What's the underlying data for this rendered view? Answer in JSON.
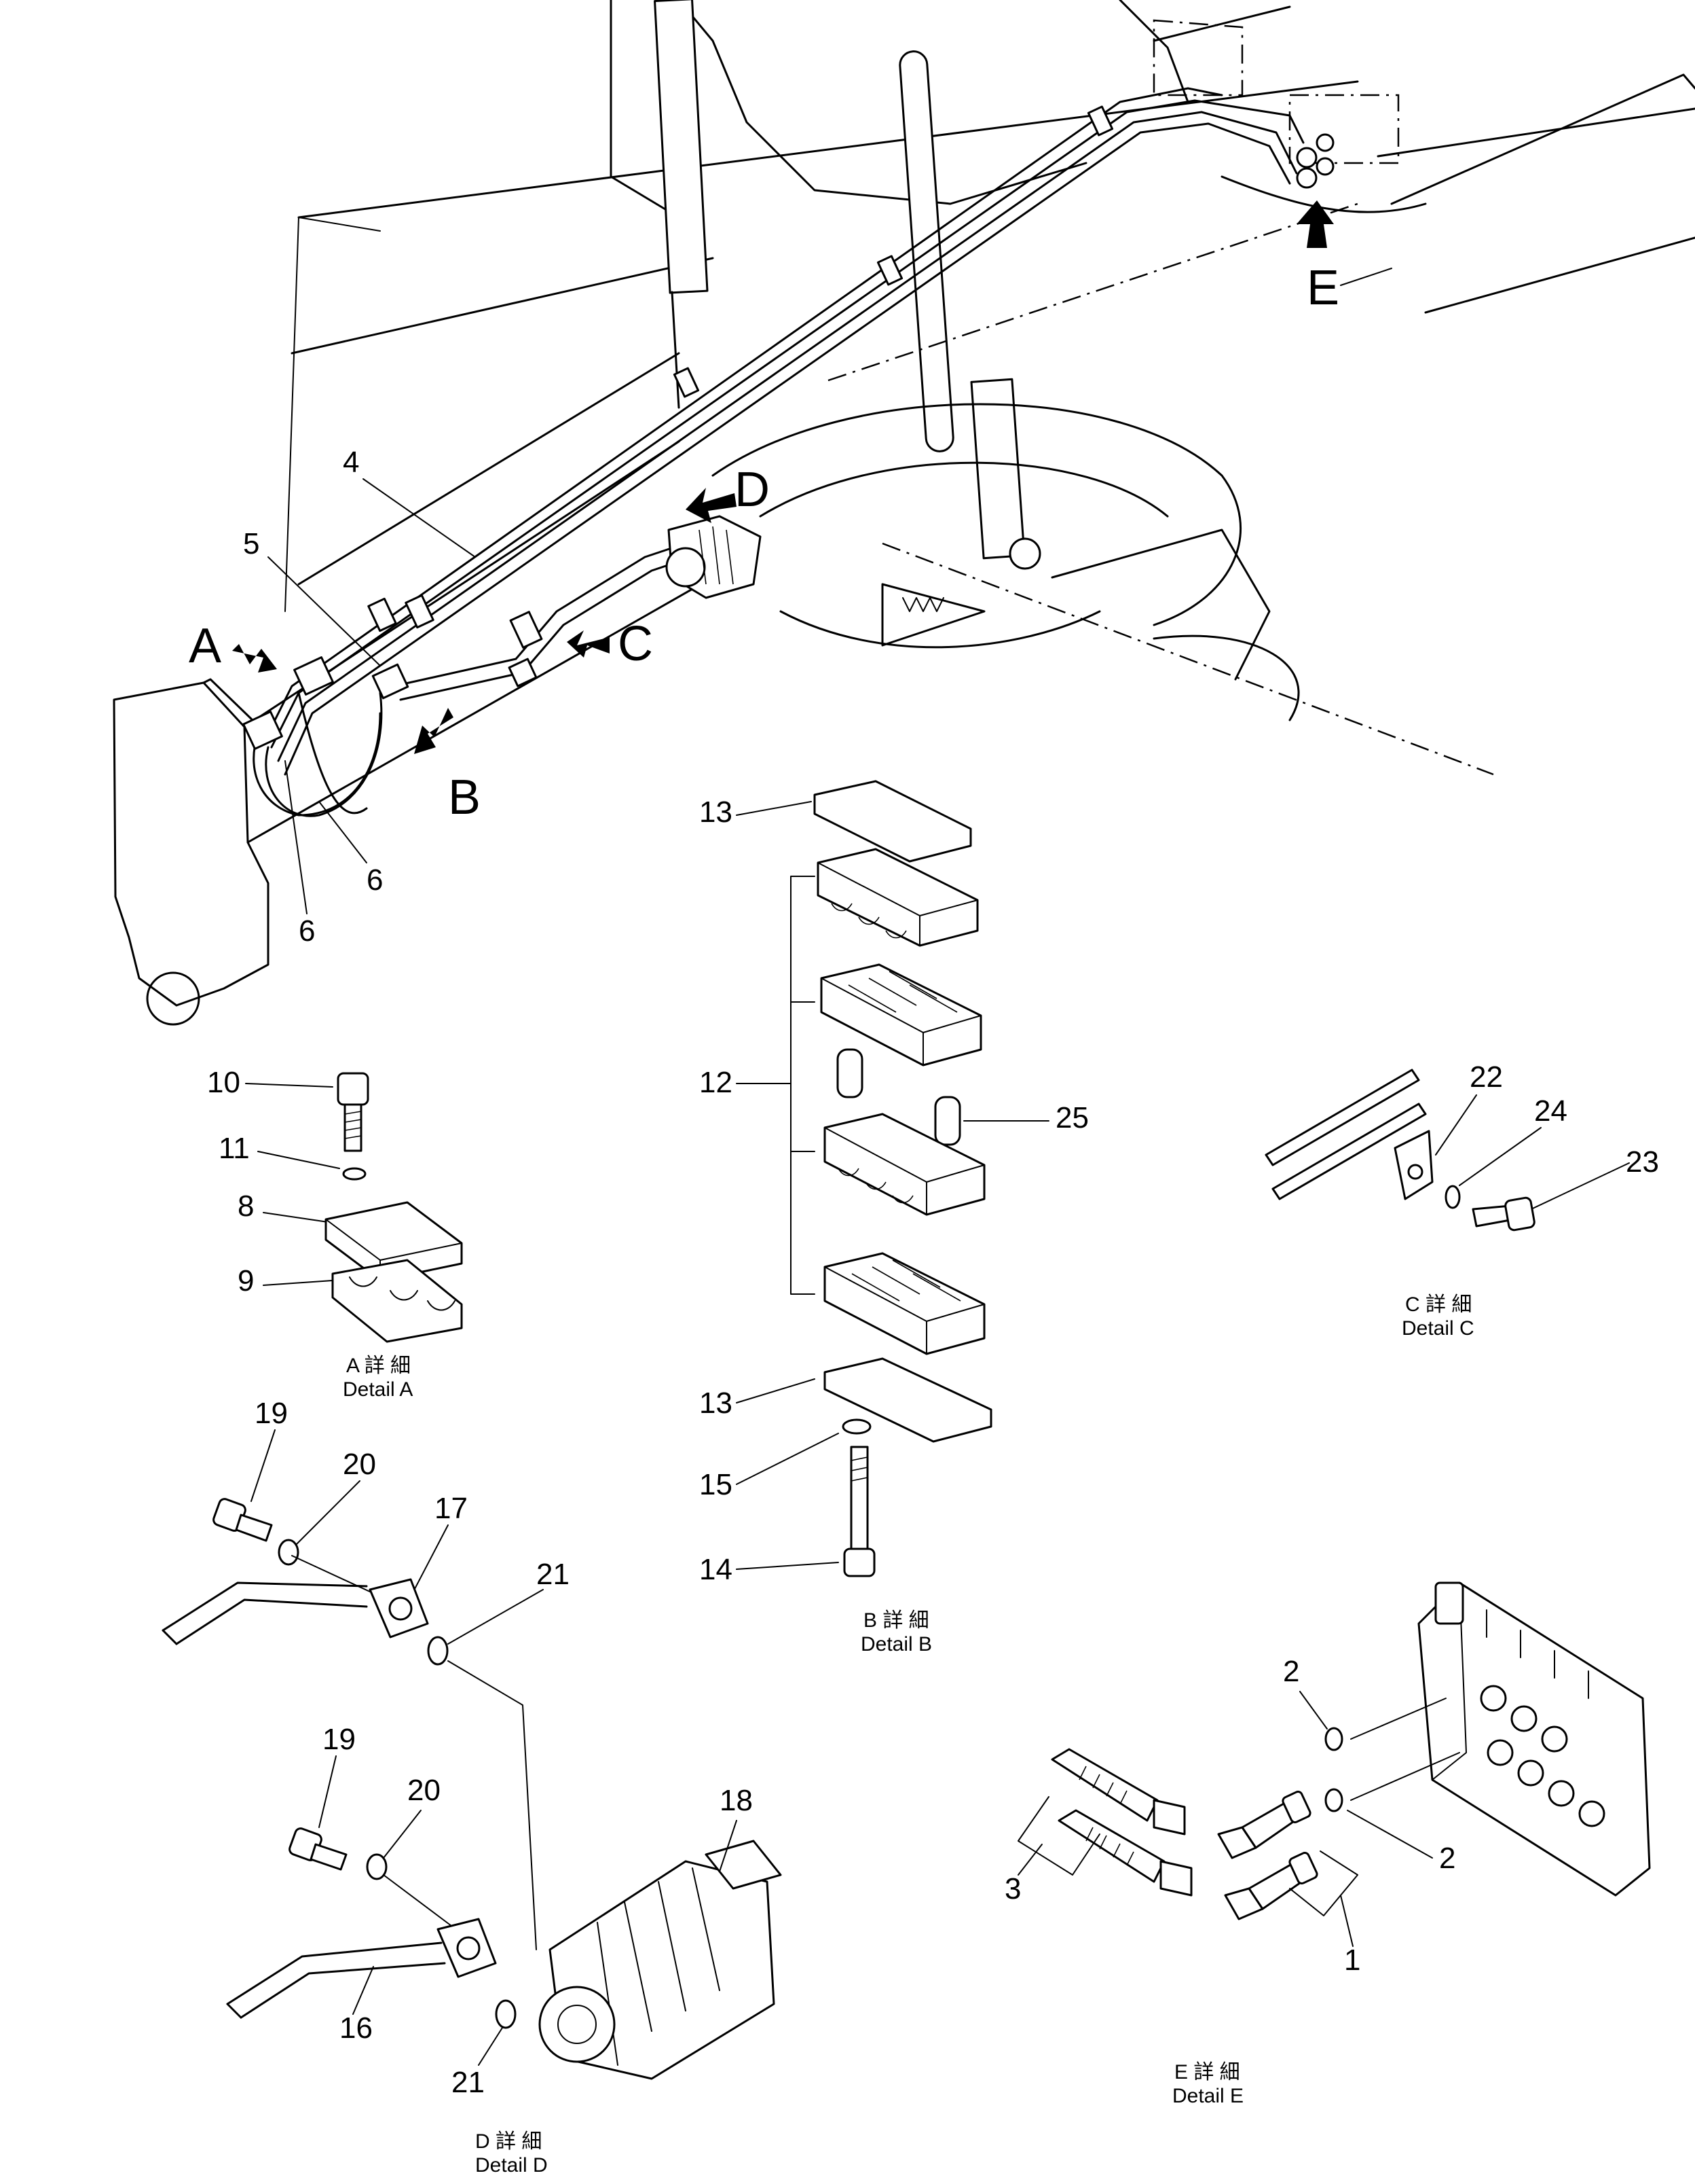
{
  "view_labels": {
    "A": "A",
    "B": "B",
    "C": "C",
    "D": "D",
    "E": "E"
  },
  "callouts": {
    "n1": "1",
    "n2a": "2",
    "n2b": "2",
    "n3": "3",
    "n4": "4",
    "n5": "5",
    "n6a": "6",
    "n6b": "6",
    "n8": "8",
    "n9": "9",
    "n10": "10",
    "n11": "11",
    "n12": "12",
    "n13a": "13",
    "n13b": "13",
    "n14": "14",
    "n15": "15",
    "n16": "16",
    "n17": "17",
    "n18": "18",
    "n19a": "19",
    "n19b": "19",
    "n20a": "20",
    "n20b": "20",
    "n21a": "21",
    "n21b": "21",
    "n22": "22",
    "n23": "23",
    "n24": "24",
    "n25": "25"
  },
  "detail_captions": {
    "a_jp": "A 詳 細",
    "a_en": "Detail A",
    "b_jp": "B 詳 細",
    "b_en": "Detail B",
    "c_jp": "C 詳 細",
    "c_en": "Detail C",
    "d_jp": "D 詳 細",
    "d_en": "Detail D",
    "e_jp": "E 詳 細",
    "e_en": "Detail E"
  }
}
